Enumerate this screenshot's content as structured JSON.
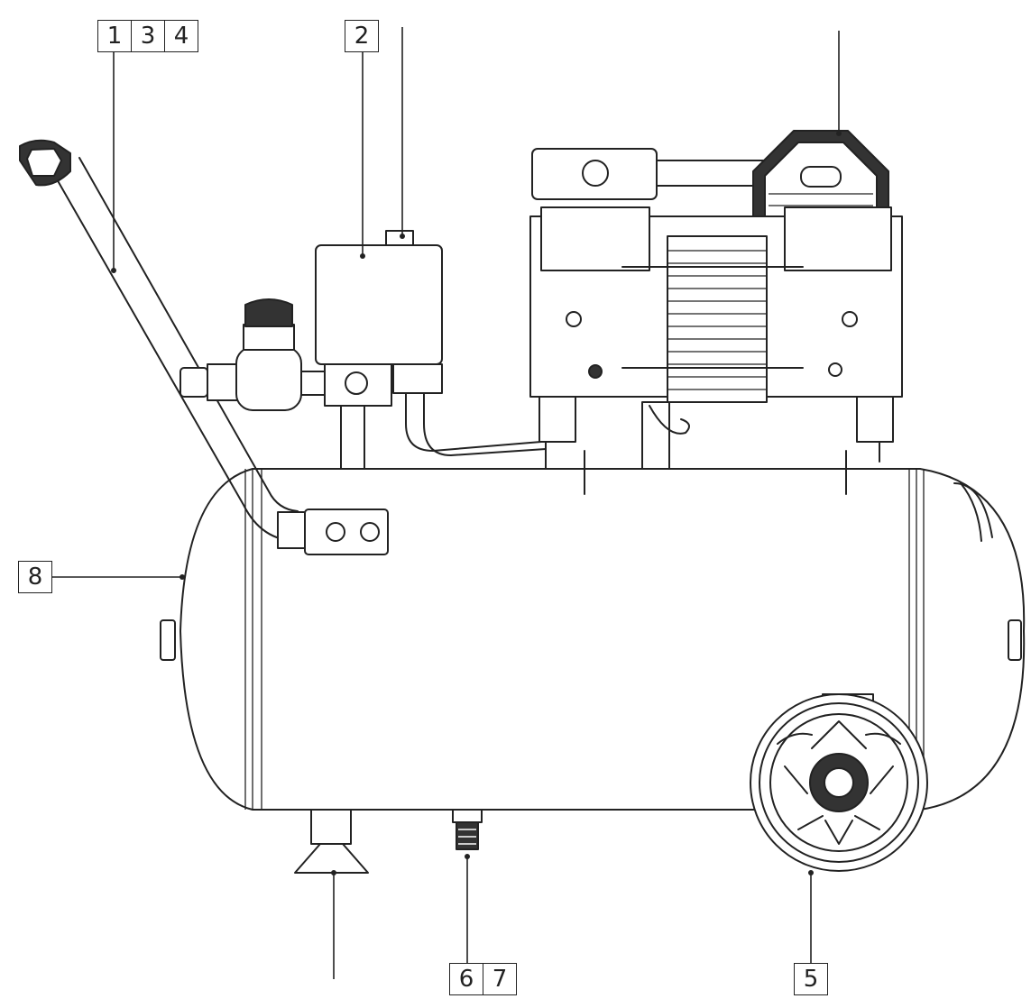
{
  "callouts": [
    {
      "id": "handle",
      "parts": [
        "1",
        "3",
        "4"
      ]
    },
    {
      "id": "pressure-switch",
      "parts": [
        "2"
      ]
    },
    {
      "id": "tank",
      "parts": [
        "8"
      ]
    },
    {
      "id": "drain",
      "parts": [
        "6",
        "7"
      ]
    },
    {
      "id": "wheel",
      "parts": [
        "5"
      ]
    }
  ]
}
